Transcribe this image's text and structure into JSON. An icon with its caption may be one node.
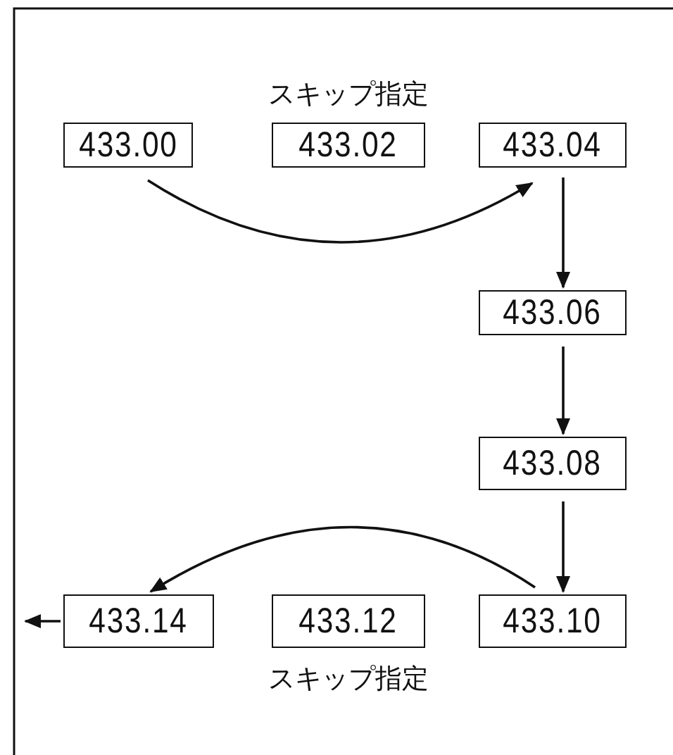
{
  "diagram": {
    "nodes": [
      {
        "text": [
          "433.00"
        ]
      },
      {
        "text": [
          "433.02"
        ],
        "beside": [
          "スキップ指定"
        ]
      },
      {
        "text": [
          "433.04"
        ]
      },
      {
        "text": [
          "433.06"
        ]
      },
      {
        "text": [
          "433.08"
        ]
      },
      {
        "text": [
          "433.14"
        ]
      },
      {
        "text": [
          "433.12"
        ],
        "beside": [
          "スキップ指定"
        ]
      },
      {
        "text": [
          "433.10"
        ]
      }
    ],
    "edges": [
      {
        "from": 0,
        "to": 2,
        "arrow": "to"
      },
      {
        "from": 2,
        "to": 3,
        "arrow": "to"
      },
      {
        "from": 3,
        "to": 4,
        "arrow": "to"
      },
      {
        "from": 4,
        "to": 7,
        "arrow": "to"
      },
      {
        "from": 7,
        "to": 5,
        "arrow": "to"
      },
      {
        "from": 5,
        "to": null,
        "arrow": "to"
      }
    ]
  }
}
